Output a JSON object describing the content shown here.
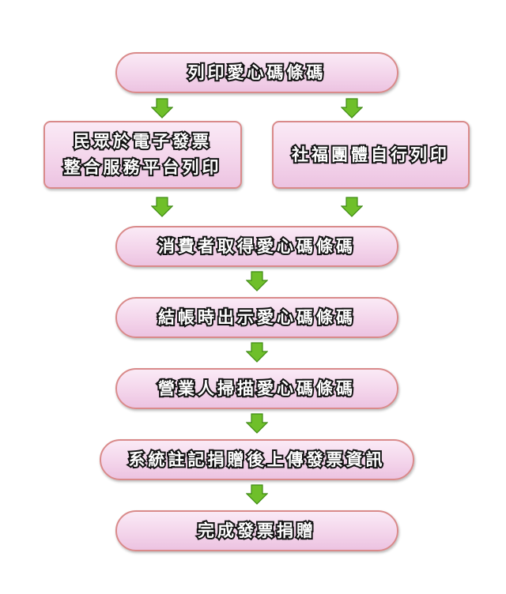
{
  "diagram": {
    "steps": {
      "print_barcode": "列印愛心碼條碼",
      "public_print": "民眾於電子發票\n整合服務平台列印",
      "charity_print": "社福團體自行列印",
      "consumer_gets": "消費者取得愛心碼條碼",
      "show_at_checkout": "結帳時出示愛心碼條碼",
      "staff_scan": "營業人掃描愛心碼條碼",
      "system_upload": "系統註記捐贈後上傳發票資訊",
      "complete": "完成發票捐贈"
    },
    "colors": {
      "box_fill": "#f3d3ea",
      "box_border": "#d98a8a",
      "arrow_fill": "#6fbf2a",
      "text_stroke": "#111111"
    }
  }
}
